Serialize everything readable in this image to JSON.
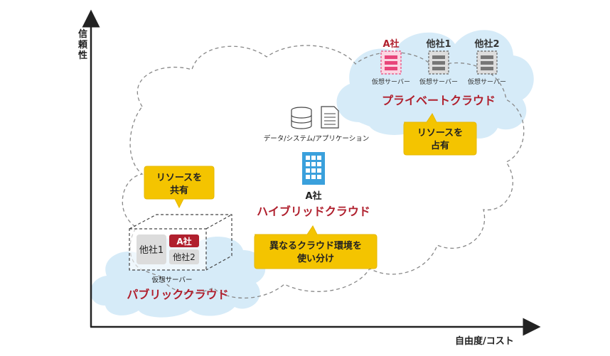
{
  "axes": {
    "y_label": "信頼性",
    "x_label": "自由度/コスト"
  },
  "private_cloud": {
    "title": "プライベートクラウド",
    "servers": [
      {
        "label": "A社",
        "sub": "仮想サーバー",
        "highlight": true
      },
      {
        "label": "他社1",
        "sub": "仮想サーバー",
        "highlight": false
      },
      {
        "label": "他社2",
        "sub": "仮想サーバー",
        "highlight": false
      }
    ],
    "callout": [
      "リソースを",
      "占有"
    ]
  },
  "hybrid_cloud": {
    "title": "ハイブリッドクラウド",
    "data_caption": "データ/システム/アプリケーション",
    "company_label": "A社",
    "callout": [
      "異なるクラウド環境を",
      "使い分け"
    ]
  },
  "public_cloud": {
    "title": "パブリッククラウド",
    "server_caption": "仮想サーバー",
    "tenants": [
      "他社1",
      "A社",
      "他社2"
    ],
    "callout": [
      "リソースを",
      "共有"
    ]
  },
  "colors": {
    "accent_red": "#b0202e",
    "callout_yellow": "#f4c400",
    "cloud_blue": "#d6ebf8",
    "server_gray": "#777777",
    "server_pink": "#e8457a"
  }
}
